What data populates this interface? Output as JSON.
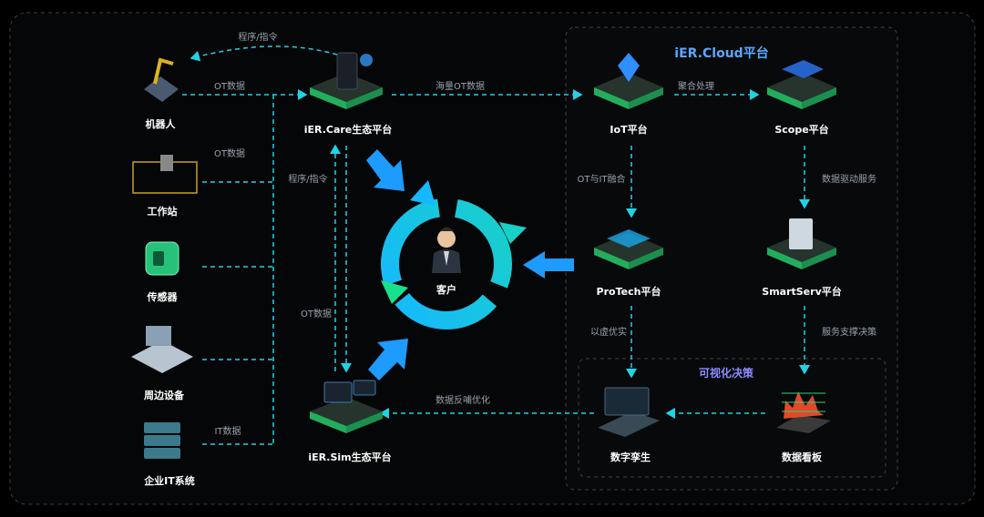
{
  "title": "iER.Cloud平台",
  "sub_panel_title": "可视化决策",
  "left_nodes": [
    {
      "id": "robot",
      "label": "机器人",
      "icon": "robot-arm-icon"
    },
    {
      "id": "workstation",
      "label": "工作站",
      "icon": "workstation-icon"
    },
    {
      "id": "sensor",
      "label": "传感器",
      "icon": "sensor-icon"
    },
    {
      "id": "peripheral",
      "label": "周边设备",
      "icon": "peripheral-equipment-icon"
    },
    {
      "id": "it",
      "label": "企业IT系统",
      "icon": "server-stack-icon"
    }
  ],
  "left_edge_labels": {
    "robot": "OT数据",
    "workstation": "OT数据",
    "it": "IT数据"
  },
  "platforms": {
    "care": "iER.Care生态平台",
    "sim": "iER.Sim生态平台",
    "iot": "IoT平台",
    "scope": "Scope平台",
    "protech": "ProTech平台",
    "smartserv": "SmartServ平台",
    "twin": "数字孪生",
    "dashboard": "数据看板"
  },
  "center": {
    "label": "客户",
    "icon": "customer-avatar-icon"
  },
  "edge_labels": {
    "top_arc": "程序/指令",
    "care_down": "程序/指令",
    "sim_up": "OT数据",
    "care_to_iot": "海量OT数据",
    "iot_to_scope": "聚合处理",
    "iot_to_protech": "OT与IT融合",
    "scope_to_smartserv": "数据驱动服务",
    "protech_to_twin": "以虚优实",
    "smartserv_to_dashboard": "服务支撑决策",
    "twin_to_sim": "数据反哺优化"
  },
  "colors": {
    "accent": "#1fd3e6",
    "green": "#2bd873",
    "blue": "#1e9bff",
    "label": "#9aa3ad",
    "title": "#5aa8ff",
    "purple": "#8f8cff"
  }
}
